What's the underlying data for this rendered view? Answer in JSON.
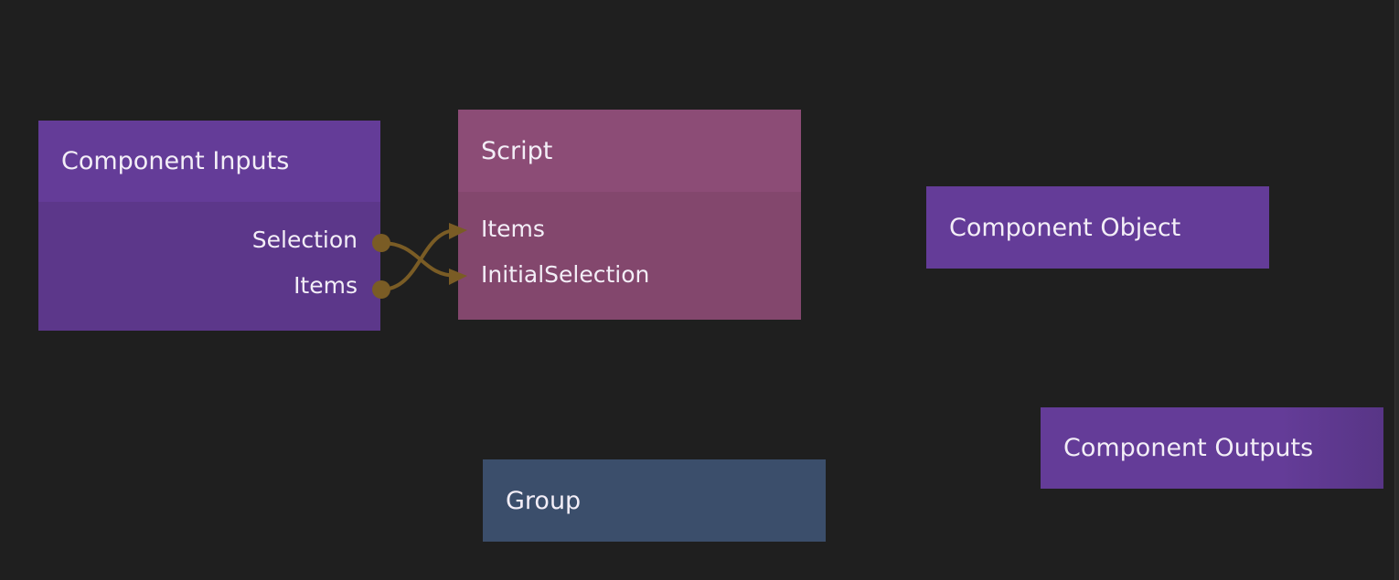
{
  "nodes": {
    "component_inputs": {
      "title": "Component Inputs",
      "ports": [
        "Selection",
        "Items"
      ],
      "color": "#643c98"
    },
    "script": {
      "title": "Script",
      "ports": [
        "Items",
        "InitialSelection"
      ],
      "color": "#8c4c76"
    },
    "component_object": {
      "title": "Component Object",
      "color": "#643c98"
    },
    "component_outputs": {
      "title": "Component Outputs",
      "color": "#643c98"
    },
    "group": {
      "title": "Group",
      "color": "#3b4e6b"
    }
  },
  "connection_color": "#7a5c25"
}
